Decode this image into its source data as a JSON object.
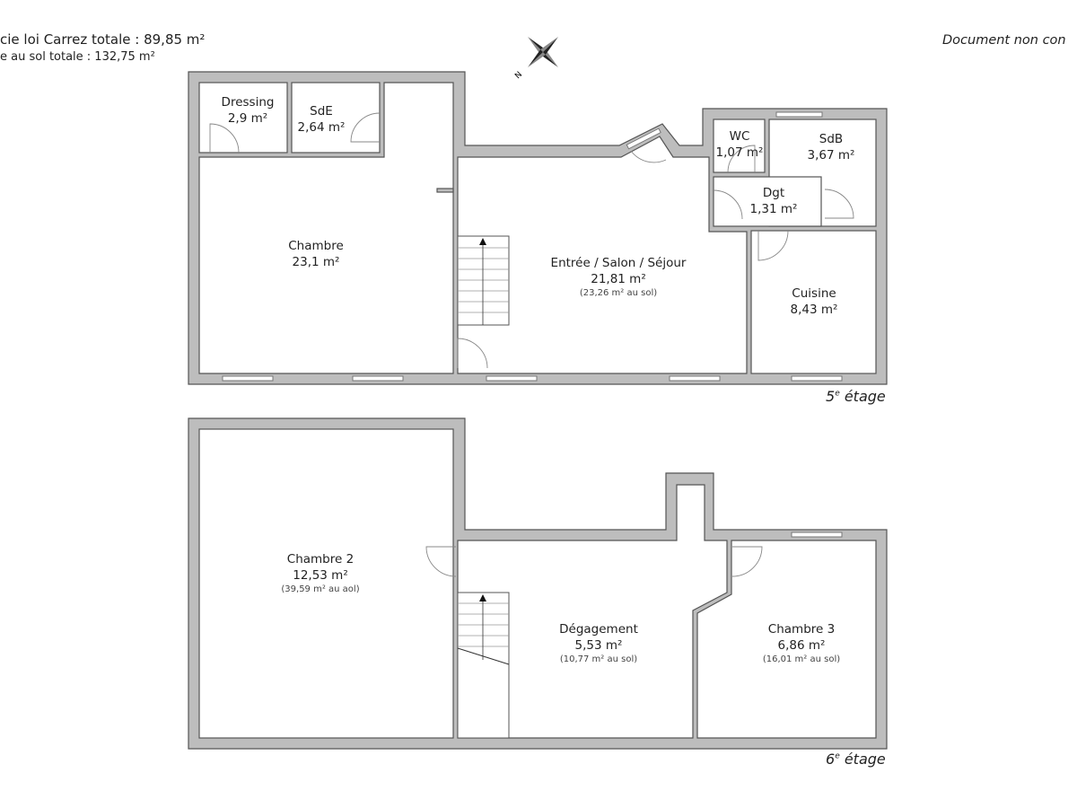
{
  "header": {
    "carrez_total": "cie loi Carrez totale :  89,85 m²",
    "sol_total": "e au sol totale :  132,75 m²",
    "disclaimer": "Document non con"
  },
  "compass": {
    "icon": "compass-rose-icon",
    "north_label": "N"
  },
  "colors": {
    "wall": "#bdbdbd",
    "outline": "#555555"
  },
  "floors": [
    {
      "num": "5",
      "suffix": "e",
      "name": " étage",
      "rooms": [
        {
          "name": "Dressing",
          "area": "2,9 m²"
        },
        {
          "name": "SdE",
          "area": "2,64 m²"
        },
        {
          "name": "Chambre",
          "area": "23,1 m²"
        },
        {
          "name": "Entrée / Salon / Séjour",
          "area": "21,81 m²",
          "sol": "(23,26 m² au sol)"
        },
        {
          "name": "WC",
          "area": "1,07 m²"
        },
        {
          "name": "SdB",
          "area": "3,67 m²"
        },
        {
          "name": "Dgt",
          "area": "1,31 m²"
        },
        {
          "name": "Cuisine",
          "area": "8,43 m²"
        }
      ]
    },
    {
      "num": "6",
      "suffix": "e",
      "name": " étage",
      "rooms": [
        {
          "name": "Chambre 2",
          "area": "12,53 m²",
          "sol": "(39,59 m² au aol)"
        },
        {
          "name": "Dégagement",
          "area": "5,53 m²",
          "sol": "(10,77 m² au sol)"
        },
        {
          "name": "Chambre 3",
          "area": "6,86 m²",
          "sol": "(16,01 m² au sol)"
        }
      ]
    }
  ]
}
